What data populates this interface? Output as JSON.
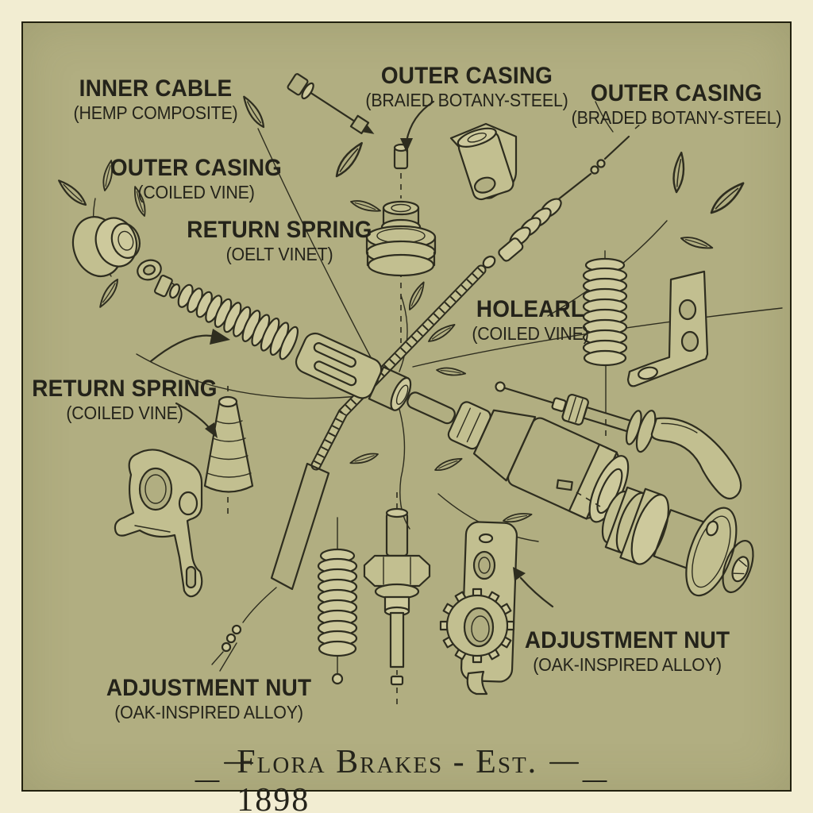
{
  "poster": {
    "brand": "Flora Brakes",
    "established": "Est. 1898",
    "palette": {
      "margin": "#f2edd2",
      "canvas": "#b1ae81",
      "ink": "#2e2d1f",
      "text": "#24231a",
      "fill_light": "#c2bf90"
    }
  },
  "labels": [
    {
      "id": "inner-cable",
      "title": "INNER CABLE",
      "subtitle": "(HEMP COMPOSITE)"
    },
    {
      "id": "outer-casing-top",
      "title": "OUTER CASING",
      "subtitle": "(BRAIED BOTANY-STEEL)"
    },
    {
      "id": "outer-casing-right",
      "title": "OUTER CASING",
      "subtitle": "(BRADED BOTANY-STEEL)"
    },
    {
      "id": "outer-casing-left",
      "title": "OUTER CASING",
      "subtitle": "(COILED VINE)"
    },
    {
      "id": "return-spring-upper",
      "title": "RETURN SPRING",
      "subtitle": "(OELT VINET)"
    },
    {
      "id": "holearl",
      "title": "HOLEARL",
      "subtitle": "(COILED VINE)"
    },
    {
      "id": "return-spring-left",
      "title": "RETURN SPRING",
      "subtitle": "(COILED VINE)"
    },
    {
      "id": "adjustment-nut-right",
      "title": "ADJUSTMENT NUT",
      "subtitle": "(OAK-INSPIRED ALLOY)"
    },
    {
      "id": "adjustment-nut-bottom",
      "title": "ADJUSTMENT NUT",
      "subtitle": "(OAK-INSPIRED ALLOY)"
    }
  ],
  "footer": {
    "text": "Flora Brakes - Est. 1898"
  },
  "parts": [
    "anchor-end-cap",
    "lock-washer",
    "coiled-spring-cable-assembly",
    "slotted-barrel-junction",
    "knurled-mesh-casing-barrel",
    "braided-cable",
    "cable-end-coil",
    "clevis-block",
    "threaded-stud",
    "cable-ferrule",
    "stacked-barrel-bushing",
    "top-mounting-bracket",
    "right-coil-spring",
    "right-angle-bracket",
    "ball-end-cable-with-lever",
    "ribbed-cone-boot",
    "caliper-arm",
    "bottom-coil-spring",
    "adjuster-bolt",
    "gear-toothed-lever",
    "barrel-adjuster-bolt",
    "vine-leaves"
  ]
}
